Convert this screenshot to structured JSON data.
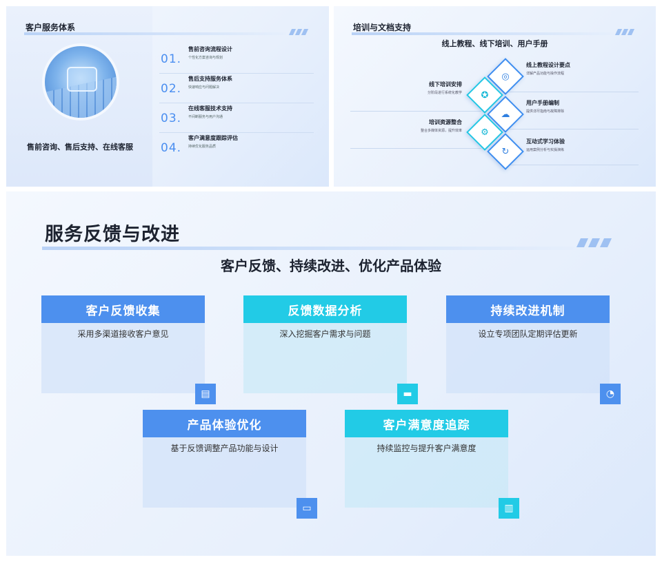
{
  "slide1": {
    "title": "客户服务体系",
    "subtitle": "售前咨询、售后支持、在线客服",
    "items": [
      {
        "num": "01.",
        "heading": "售前咨询流程设计",
        "desc": "个性化方案咨询与规划"
      },
      {
        "num": "02.",
        "heading": "售后支持服务体系",
        "desc": "快速响应与问题解决"
      },
      {
        "num": "03.",
        "heading": "在线客服技术支持",
        "desc": "不间断服务与用户沟通"
      },
      {
        "num": "04.",
        "heading": "客户满意度跟踪评估",
        "desc": "持续优化服务品质"
      }
    ]
  },
  "slide2": {
    "title": "培训与文档支持",
    "subtitle": "线上教程、线下培训、用户手册",
    "right_items": [
      {
        "heading": "线上教程设计要点",
        "desc": "详解产品功能与操作流程",
        "icon": "gear-chart-icon"
      },
      {
        "heading": "用户手册编制",
        "desc": "提供详尽指南与故障排除",
        "icon": "cloud-server-icon"
      },
      {
        "heading": "互动式学习体验",
        "desc": "运用案例分析与实操演练",
        "icon": "user-refresh-icon"
      }
    ],
    "left_items": [
      {
        "heading": "线下培训安排",
        "desc": "分阶段进行系统化教学",
        "icon": "award-icon"
      },
      {
        "heading": "培训资源整合",
        "desc": "整合多媒体资源，提升效率",
        "icon": "settings-icon"
      }
    ]
  },
  "slide3": {
    "title": "服务反馈与改进",
    "subtitle": "客户反馈、持续改进、优化产品体验",
    "cards": [
      {
        "heading": "客户反馈收集",
        "desc": "采用多渠道接收客户意见",
        "icon": "document-icon",
        "color": "#4d90ee"
      },
      {
        "heading": "反馈数据分析",
        "desc": "深入挖掘客户需求与问题",
        "icon": "folder-icon",
        "color": "#22cbe6"
      },
      {
        "heading": "持续改进机制",
        "desc": "设立专项团队定期评估更新",
        "icon": "pie-chart-icon",
        "color": "#4d90ee"
      },
      {
        "heading": "产品体验优化",
        "desc": "基于反馈调整产品功能与设计",
        "icon": "presentation-icon",
        "color": "#4d90ee"
      },
      {
        "heading": "客户满意度追踪",
        "desc": "持续监控与提升客户满意度",
        "icon": "file-icon",
        "color": "#22cbe6"
      }
    ]
  }
}
